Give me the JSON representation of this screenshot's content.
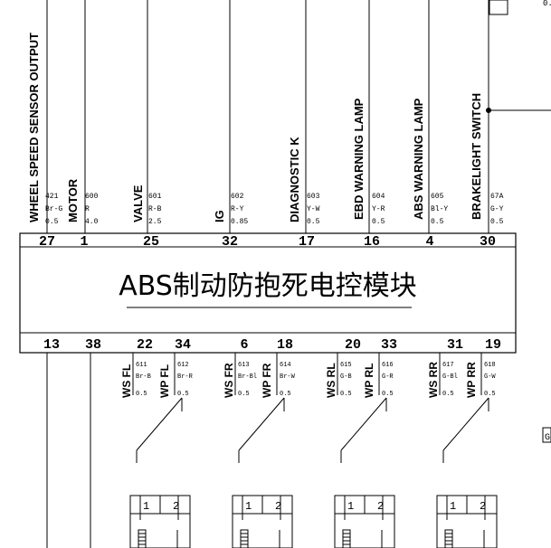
{
  "module_title": "ABS制动防抱死电控模块",
  "top_pins": [
    {
      "pin": "27",
      "label": "WHEEL SPEED SENSOR OUTPUT",
      "wire": "421",
      "color": "Br-G",
      "size": "0.5"
    },
    {
      "pin": "1",
      "label": "MOTOR",
      "wire": "600",
      "color": "R",
      "size": "4.0"
    },
    {
      "pin": "25",
      "label": "VALVE",
      "wire": "601",
      "color": "R-B",
      "size": "2.5"
    },
    {
      "pin": "32",
      "label": "IG",
      "wire": "602",
      "color": "R-Y",
      "size": "0.85"
    },
    {
      "pin": "17",
      "label": "DIAGNOSTIC K",
      "wire": "603",
      "color": "Y-W",
      "size": "0.5"
    },
    {
      "pin": "16",
      "label": "EBD WARNING LAMP",
      "wire": "604",
      "color": "Y-R",
      "size": "0.5"
    },
    {
      "pin": "4",
      "label": "ABS WARNING LAMP",
      "wire": "605",
      "color": "Bl-Y",
      "size": "0.5"
    },
    {
      "pin": "30",
      "label": "BRAKELIGHT SWITCH",
      "wire": "67A",
      "color": "G-Y",
      "size": "0.5"
    }
  ],
  "bottom_pins": [
    "13",
    "38",
    "22",
    "34",
    "6",
    "18",
    "20",
    "33",
    "31",
    "19"
  ],
  "sensor_groups": [
    {
      "ws_label": "WS FL",
      "wp_label": "WP FL",
      "ws_wire": "611",
      "ws_color": "Br-B",
      "ws_size": "0.5",
      "wp_wire": "612",
      "wp_color": "Br-R",
      "wp_size": "0.5"
    },
    {
      "ws_label": "WS FR",
      "wp_label": "WP FR",
      "ws_wire": "613",
      "ws_color": "Br-Bl",
      "ws_size": "0.5",
      "wp_wire": "614",
      "wp_color": "Br-W",
      "wp_size": "0.5"
    },
    {
      "ws_label": "WS RL",
      "wp_label": "WP RL",
      "ws_wire": "615",
      "ws_color": "G-B",
      "ws_size": "0.5",
      "wp_wire": "616",
      "wp_color": "G-R",
      "wp_size": "0.5"
    },
    {
      "ws_label": "WS RR",
      "wp_label": "WP RR",
      "ws_wire": "617",
      "ws_color": "G-Bl",
      "ws_size": "0.5",
      "wp_wire": "618",
      "wp_color": "G-W",
      "wp_size": "0.5"
    }
  ],
  "connector_pins": [
    "1",
    "2"
  ],
  "corner_text": "0.",
  "side_mark": "G"
}
